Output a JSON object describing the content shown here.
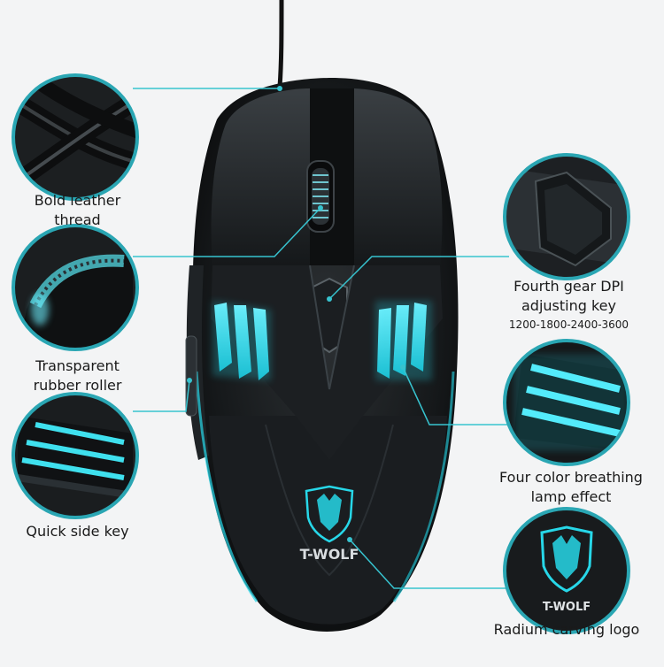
{
  "brand": {
    "logo_text": "T-WOLF"
  },
  "callouts": {
    "bold_leather_thread": {
      "line1": "Bold leather",
      "line2": "thread"
    },
    "transparent_rubber_roller": {
      "line1": "Transparent",
      "line2": "rubber roller"
    },
    "quick_side_key": {
      "line1": "Quick side key"
    },
    "dpi_key": {
      "line1": "Fourth gear DPI",
      "line2": "adjusting key",
      "dpi_levels": "1200-1800-2400-3600"
    },
    "breathing_lamp": {
      "line1": "Four color breathing",
      "line2": "lamp effect"
    },
    "radium_logo": {
      "line1": "Radium carving logo"
    }
  },
  "colors": {
    "background": "#f3f4f5",
    "mouse_body": "#141618",
    "accent_glow": "#27d7e8",
    "callout_ring": "#2aa6b3",
    "leader_line": "#37c3cf",
    "label_text": "#1a1a1a"
  }
}
